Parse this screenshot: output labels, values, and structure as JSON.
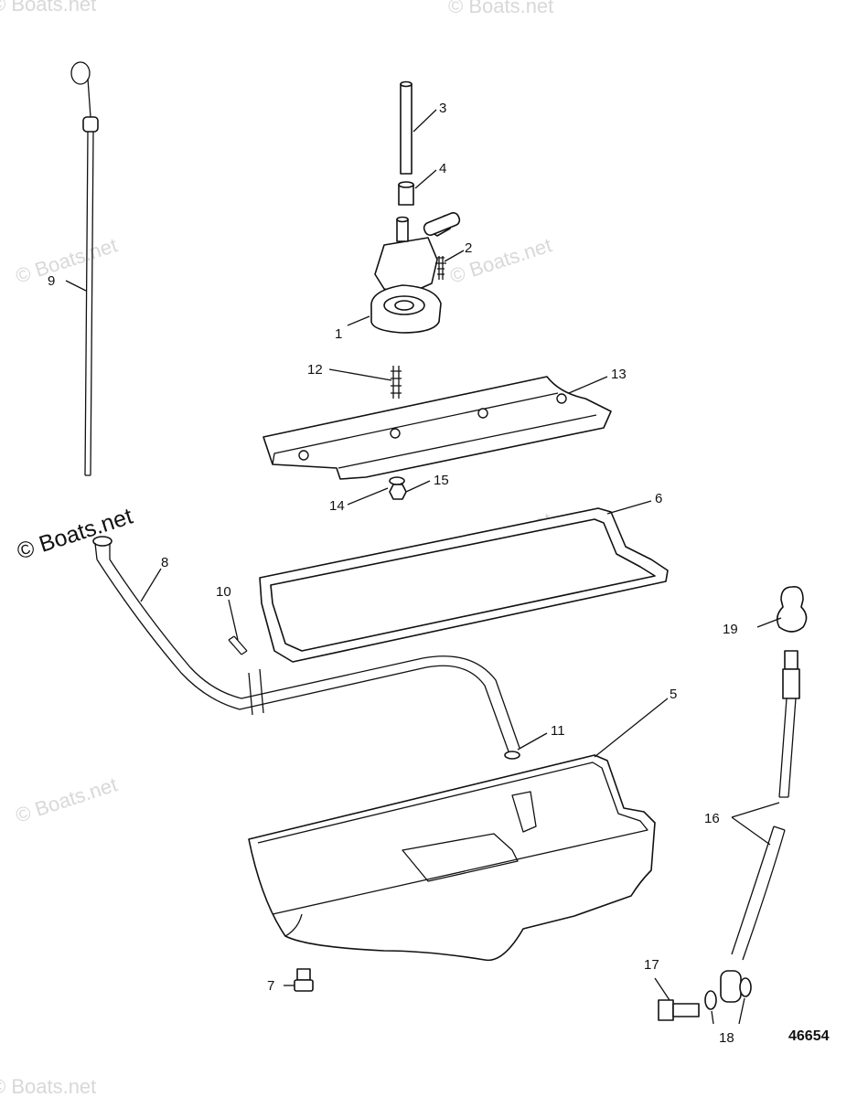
{
  "watermarks": {
    "main": "© Boats.net",
    "faint": [
      "© Boats.net",
      "© Boats.net",
      "© Boats.net",
      "© Boats.net",
      "© Boats.net",
      "© Boats.net",
      "© Boats.net",
      "© Boats.net"
    ]
  },
  "figure_number": "46654",
  "callouts": [
    "1",
    "2",
    "3",
    "4",
    "5",
    "6",
    "7",
    "8",
    "9",
    "10",
    "11",
    "12",
    "13",
    "14",
    "15",
    "16",
    "17",
    "18",
    "19"
  ],
  "colors": {
    "line": "#111111",
    "watermark": "#d8d8d8",
    "background": "#ffffff"
  }
}
